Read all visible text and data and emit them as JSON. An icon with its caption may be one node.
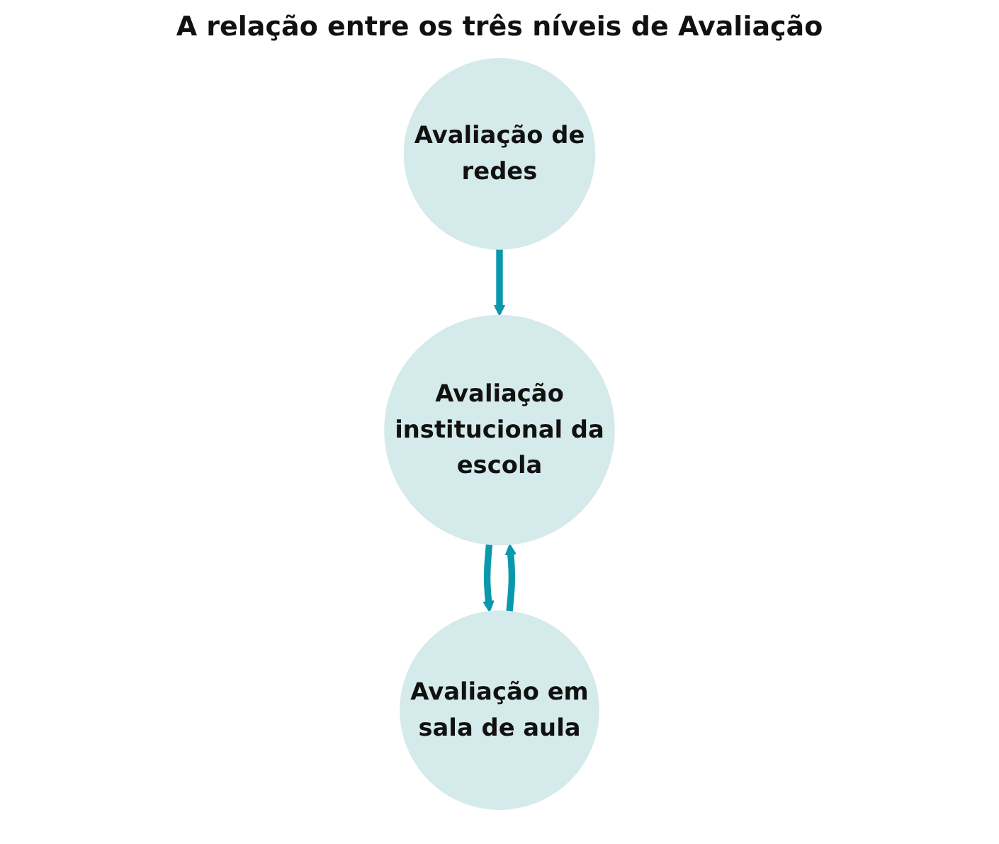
{
  "diagram": {
    "title": "A relação entre os três níveis de Avaliação",
    "nodes": [
      {
        "text": [
          "Avaliação de redes"
        ]
      },
      {
        "text": [
          "Avaliação institucional da escola"
        ]
      },
      {
        "text": [
          "Avaliação em sala de aula"
        ]
      }
    ],
    "edges": [
      {
        "from": 0,
        "to": 1,
        "arrow": "to"
      },
      {
        "from": 1,
        "to": 2,
        "arrow": "to"
      },
      {
        "from": 2,
        "to": 1,
        "arrow": "to"
      }
    ]
  }
}
